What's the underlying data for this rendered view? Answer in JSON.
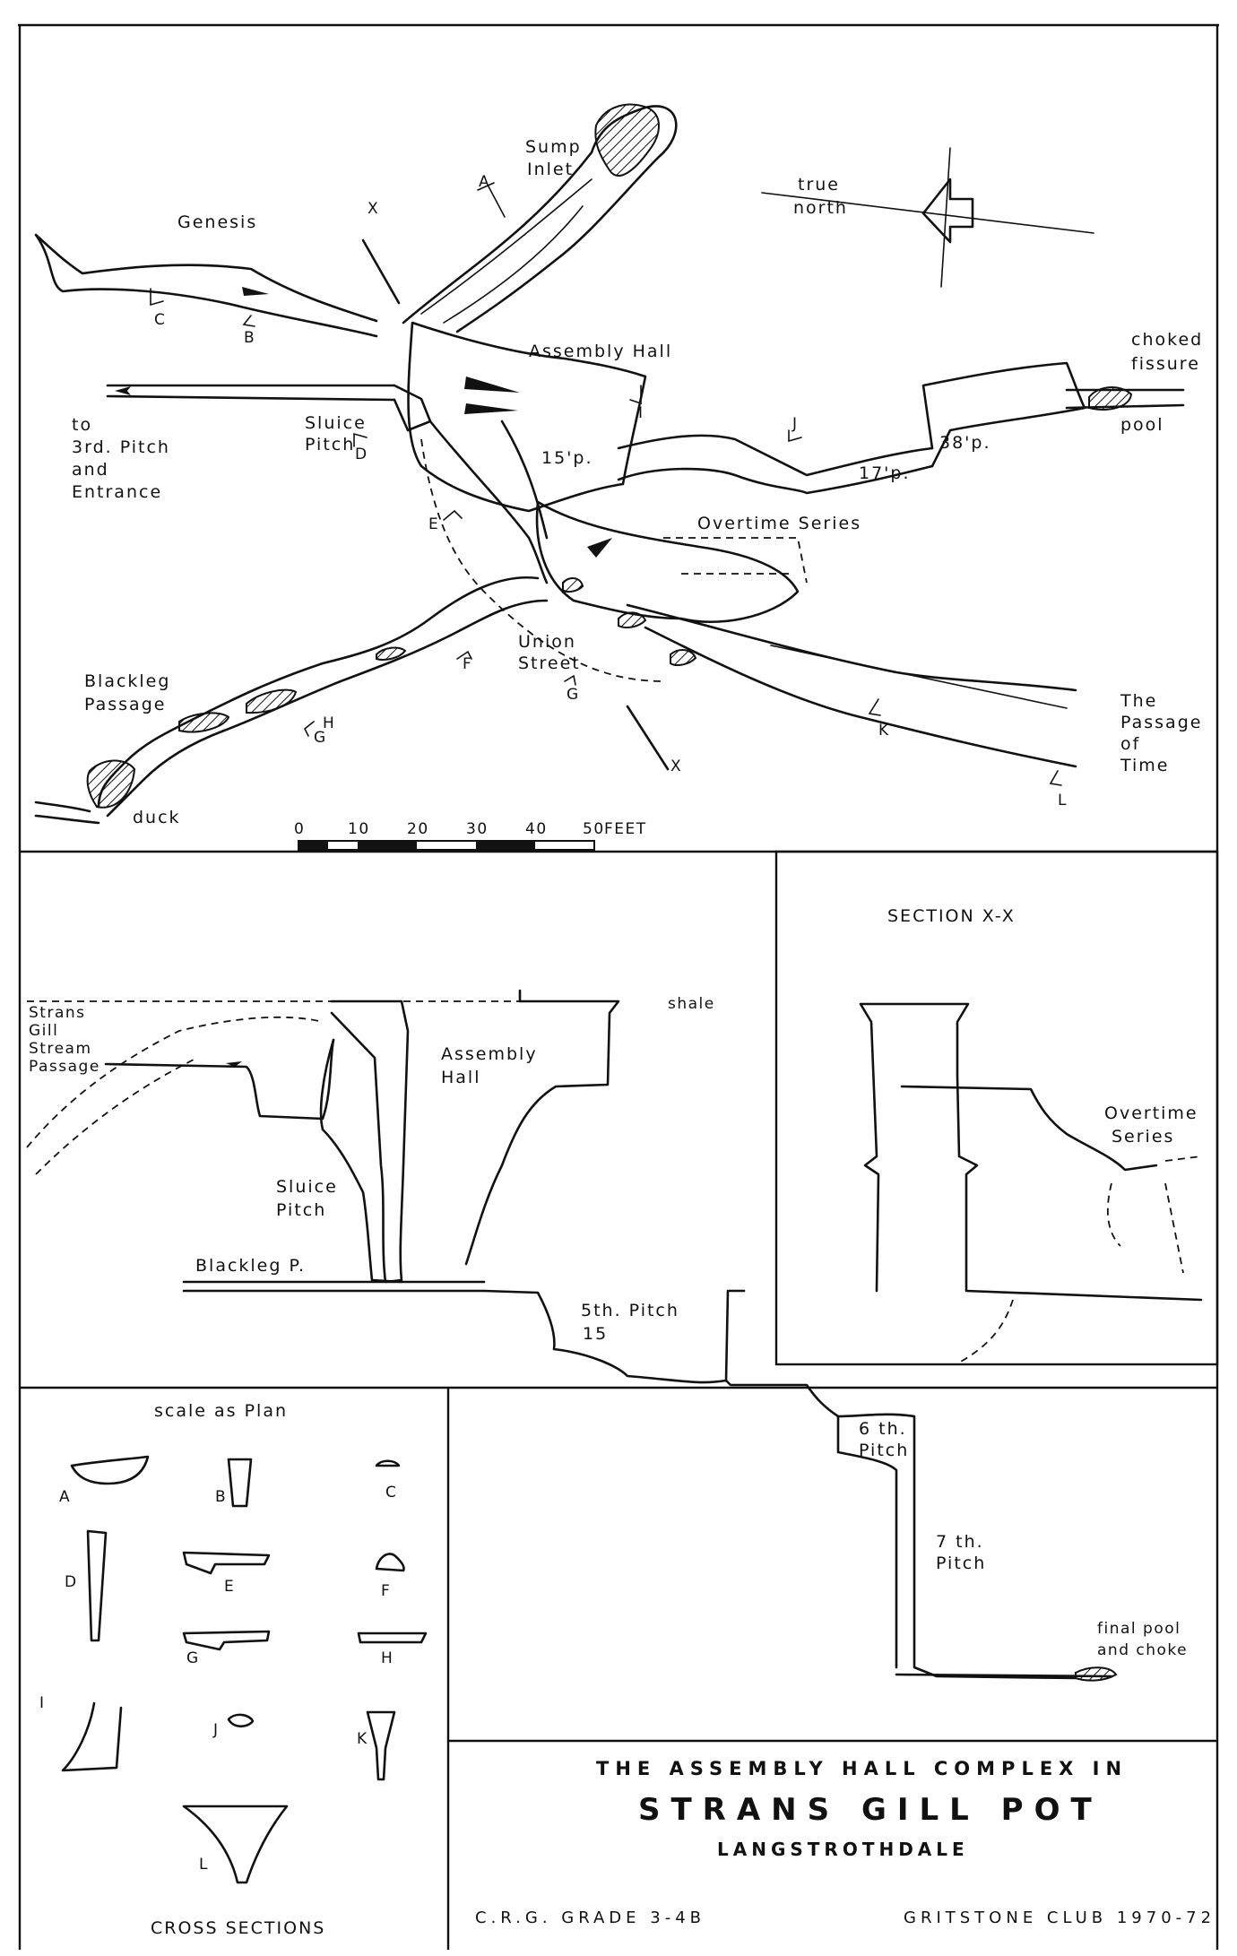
{
  "plan": {
    "labels": {
      "sump_inlet_1": "Sump",
      "sump_inlet_2": "Inlet",
      "genesis": "Genesis",
      "assembly_hall": "Assembly  Hall",
      "to_3rd_1": "to",
      "to_3rd_2": "3rd. Pitch",
      "to_3rd_3": "and",
      "to_3rd_4": "Entrance",
      "sluice_1": "Sluice",
      "sluice_2": "Pitch",
      "pitch_15": "15'p.",
      "pitch_17": "17'p.",
      "pitch_38": "38'p.",
      "overtime": "Overtime  Series",
      "choked_1": "choked",
      "choked_2": "fissure",
      "pool": "pool",
      "blackleg_1": "Blackleg",
      "blackleg_2": "Passage",
      "union_1": "Union",
      "union_2": "Street",
      "duck": "duck",
      "passage_time_1": "The",
      "passage_time_2": "Passage",
      "passage_time_3": "of",
      "passage_time_4": "Time"
    },
    "section_markers": {
      "A": "A",
      "B": "B",
      "C": "C",
      "D": "D",
      "E": "E",
      "F": "F",
      "G": "G",
      "G2": "G",
      "H": "H",
      "I": "I",
      "J": "J",
      "K": "K",
      "L": "L",
      "X": "X",
      "X2": "X"
    },
    "north": {
      "line1": "true",
      "line2": "north"
    },
    "scale": {
      "ticks": [
        "0",
        "10",
        "20",
        "30",
        "40",
        "50"
      ],
      "unit": "FEET"
    }
  },
  "long_section": {
    "labels": {
      "strans_1": "Strans",
      "strans_2": "Gill",
      "strans_3": "Stream",
      "strans_4": "Passage",
      "shale": "shale",
      "assembly_1": "Assembly",
      "assembly_2": "Hall",
      "sluice_1": "Sluice",
      "sluice_2": "Pitch",
      "blackleg": "Blackleg  P.",
      "fifth_1": "5th. Pitch",
      "fifth_2": "15",
      "sixth_1": "6 th.",
      "sixth_2": "Pitch",
      "seventh_1": "7 th.",
      "seventh_2": "Pitch",
      "final_1": "final pool",
      "final_2": "and choke"
    }
  },
  "section_xx": {
    "title": "SECTION  X-X",
    "overtime_1": "Overtime",
    "overtime_2": "Series"
  },
  "cross_sections": {
    "scale_note": "scale as Plan",
    "caption": "CROSS SECTIONS",
    "letters": [
      "A",
      "B",
      "C",
      "D",
      "E",
      "F",
      "G",
      "H",
      "I",
      "J",
      "K",
      "L"
    ]
  },
  "title_block": {
    "line1": "THE  ASSEMBLY  HALL  COMPLEX   IN",
    "line2": "STRANS   GILL   POT",
    "line3": "LANGSTROTHDALE",
    "grade": "C.R.G.  GRADE  3-4B",
    "club": "GRITSTONE  CLUB  1970-72"
  }
}
